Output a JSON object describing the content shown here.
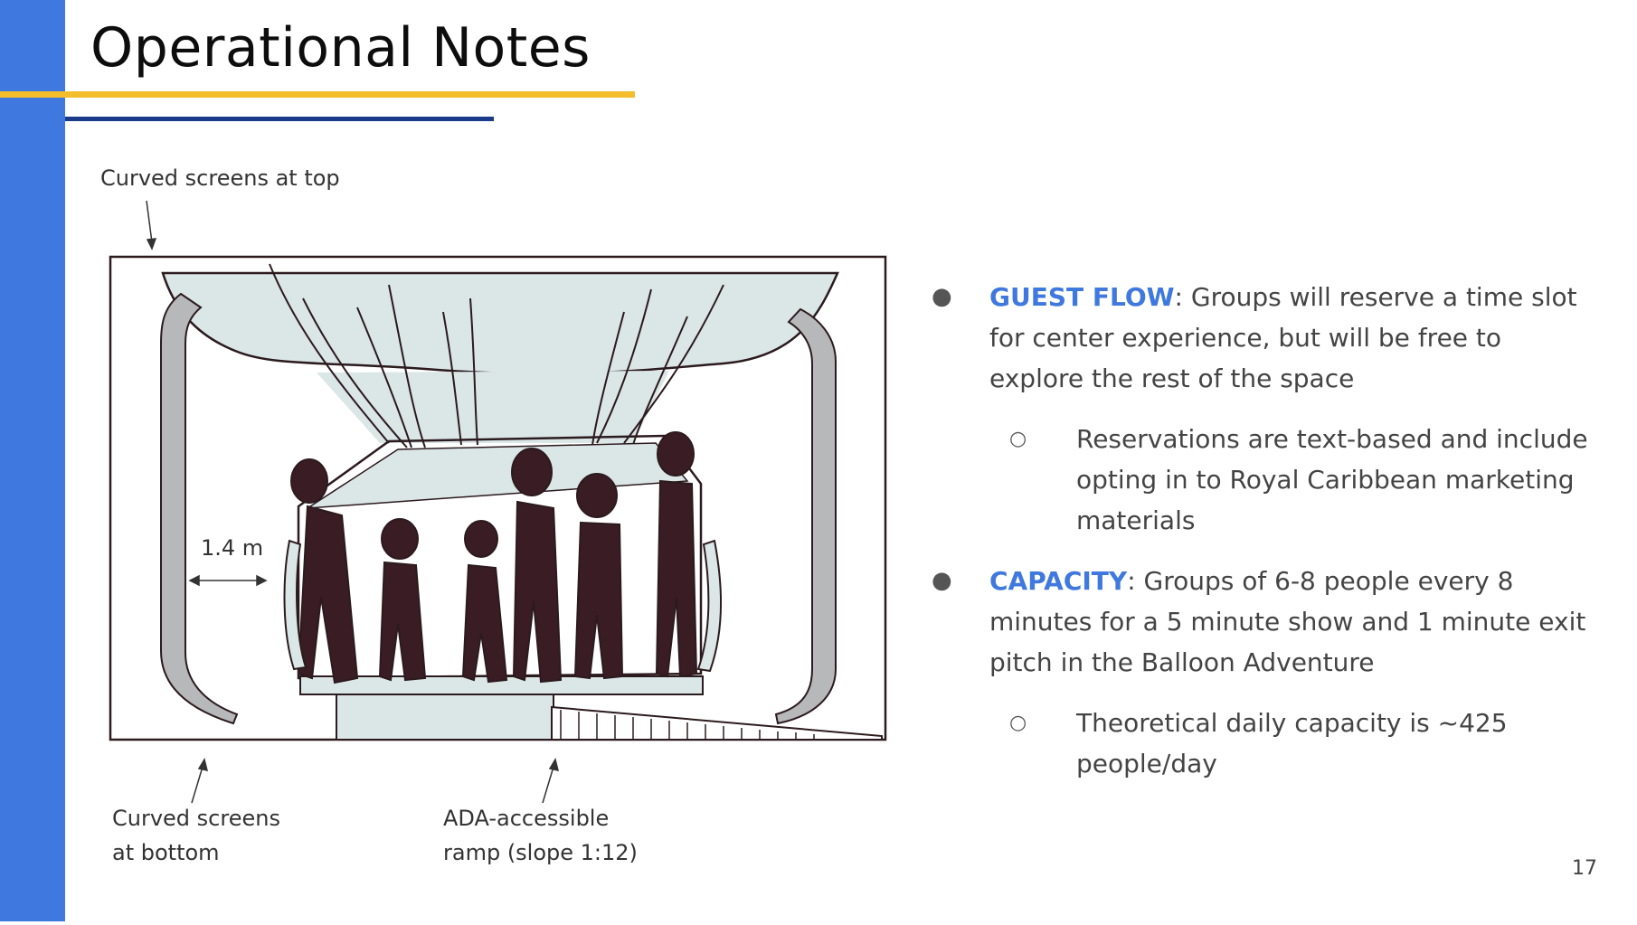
{
  "slide": {
    "title": "Operational Notes",
    "page_number": "17",
    "accent_color": "#3f78de",
    "gold_color": "#f4bd2c",
    "navy_color": "#1a3a8a"
  },
  "sketch": {
    "caption_top": "Curved screens at top",
    "caption_bottom_left_line1": "Curved screens",
    "caption_bottom_left_line2": "at bottom",
    "caption_bottom_right_line1": "ADA-accessible",
    "caption_bottom_right_line2": "ramp (slope 1:12)",
    "dimension_label": "1.4 m"
  },
  "bullets": [
    {
      "keyword": "GUEST FLOW",
      "text": ": Groups will reserve a time slot for center experience, but will be free to explore the rest of the space",
      "sub": "Reservations are text-based and include opting in to Royal Caribbean marketing materials"
    },
    {
      "keyword": "CAPACITY",
      "text": ": Groups of 6-8 people every 8 minutes for a 5 minute show and 1 minute exit pitch in the Balloon Adventure",
      "sub": "Theoretical daily capacity is ~425 people/day"
    }
  ],
  "markers": {
    "level1": "●",
    "level2": "○"
  }
}
